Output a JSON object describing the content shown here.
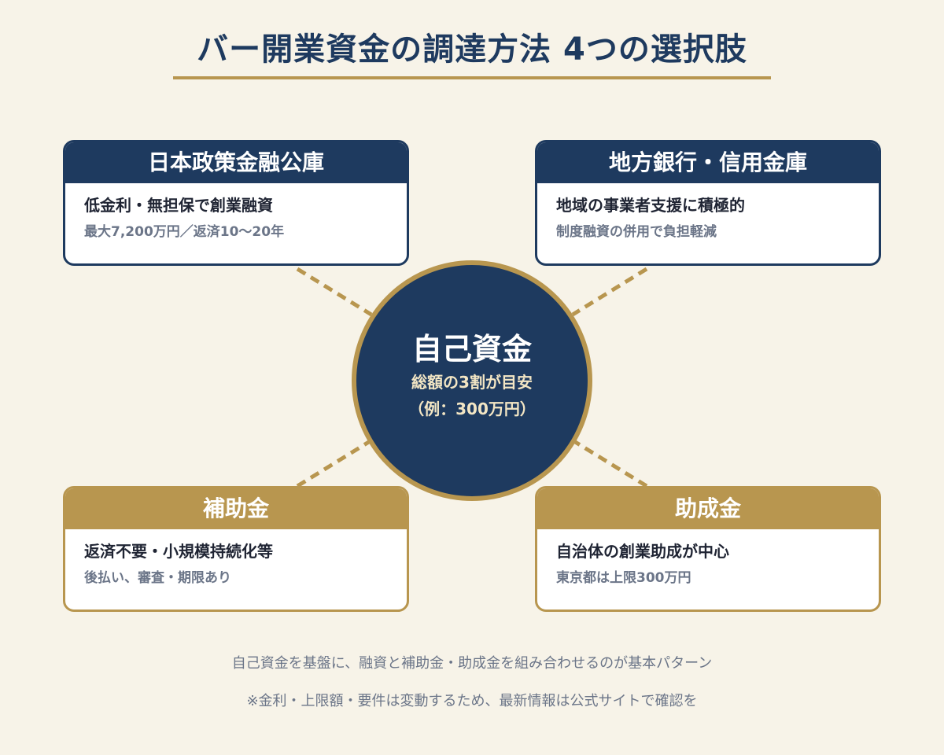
{
  "header": {
    "title": "バー開業資金の調達方法 4つの選択肢"
  },
  "center": {
    "title": "自己資金",
    "line1": "総額の3割が目安",
    "line2": "（例：300万円）"
  },
  "cards": [
    {
      "title": "日本政策金融公庫",
      "line1": "低金利・無担保で創業融資",
      "line2": "最大7,200万円／返済10〜20年",
      "style": "navy"
    },
    {
      "title": "地方銀行・信用金庫",
      "line1": "地域の事業者支援に積極的",
      "line2": "制度融資の併用で負担軽減",
      "style": "navy"
    },
    {
      "title": "補助金",
      "line1": "返済不要・小規模持続化等",
      "line2": "後払い、審査・期限あり",
      "style": "gold"
    },
    {
      "title": "助成金",
      "line1": "自治体の創業助成が中心",
      "line2": "東京都は上限300万円",
      "style": "gold"
    }
  ],
  "footer": {
    "note1": "自己資金を基盤に、融資と補助金・助成金を組み合わせるのが基本パターン",
    "note2": "※金利・上限額・要件は変動するため、最新情報は公式サイトで確認を"
  },
  "colors": {
    "background": "#f7f3e8",
    "navy": "#1e3a5f",
    "gold": "#b8964f",
    "text_dark": "#1f2433",
    "text_muted": "#6b7588"
  }
}
